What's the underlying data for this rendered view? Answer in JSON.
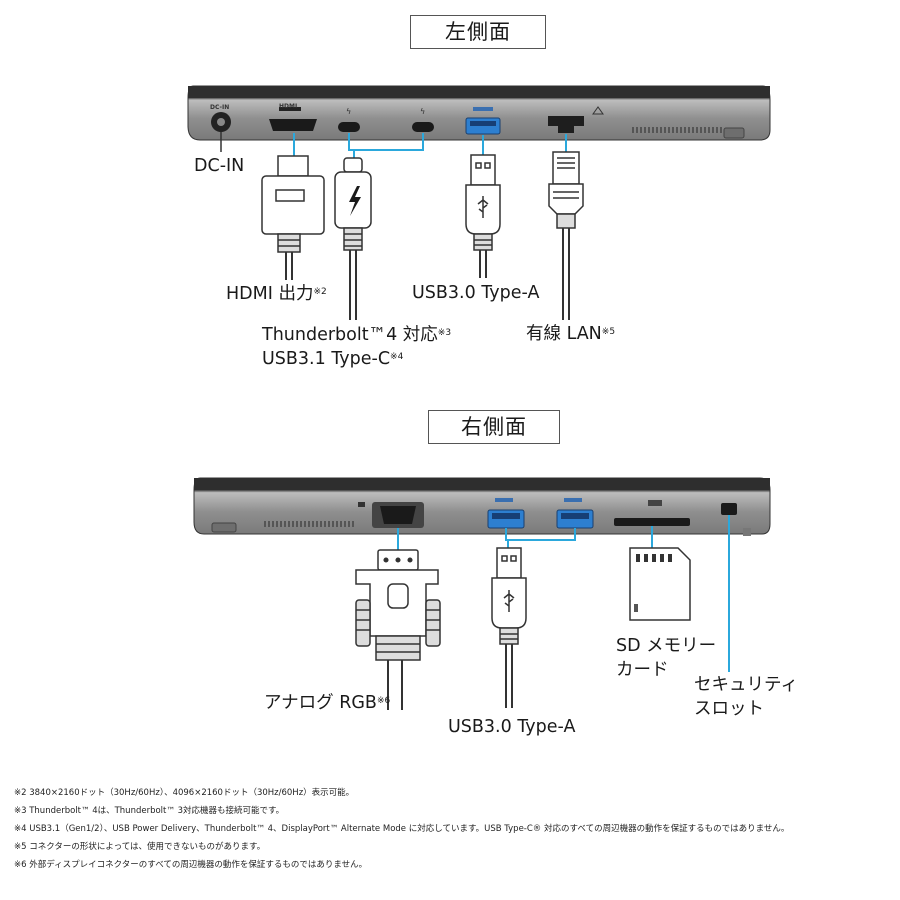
{
  "sections": {
    "left_title": "左側面",
    "right_title": "右側面"
  },
  "port_marks": {
    "dc_in": "DC-IN",
    "hdmi": "HDMI"
  },
  "labels": {
    "dc_in": "DC-IN",
    "hdmi": "HDMI 出力",
    "hdmi_note": "※2",
    "usb_a_left": "USB3.0 Type-A",
    "thunderbolt_line1": "Thunderbolt™4 対応",
    "thunderbolt_note": "※3",
    "thunderbolt_line2": "USB3.1 Type-C",
    "usbc_note": "※4",
    "lan": "有線 LAN",
    "lan_note": "※5",
    "rgb": "アナログ RGB",
    "rgb_note": "※6",
    "usb_a_right": "USB3.0 Type-A",
    "sd_line1": "SD メモリー",
    "sd_line2": "カード",
    "security_line1": "セキュリティ",
    "security_line2": "スロット"
  },
  "footnotes": [
    "※2 3840×2160ドット（30Hz/60Hz）、4096×2160ドット（30Hz/60Hz）表示可能。",
    "※3 Thunderbolt™ 4は、Thunderbolt™ 3対応機器も接続可能です。",
    "※4 USB3.1（Gen1/2）、USB Power Delivery、Thunderbolt™ 4、DisplayPort™ Alternate Mode に対応しています。USB Type-C® 対応のすべての周辺機器の動作を保証するものではありません。",
    "※5 コネクターの形状によっては、使用できないものがあります。",
    "※6 外部ディスプレイコネクターのすべての周辺機器の動作を保証するものではありません。"
  ],
  "colors": {
    "accent_cyan": "#2ba8dc",
    "usb_blue": "#2d7fd0",
    "chassis_dark": "#3a3a3a",
    "chassis_grey": "#8d8d8d"
  }
}
